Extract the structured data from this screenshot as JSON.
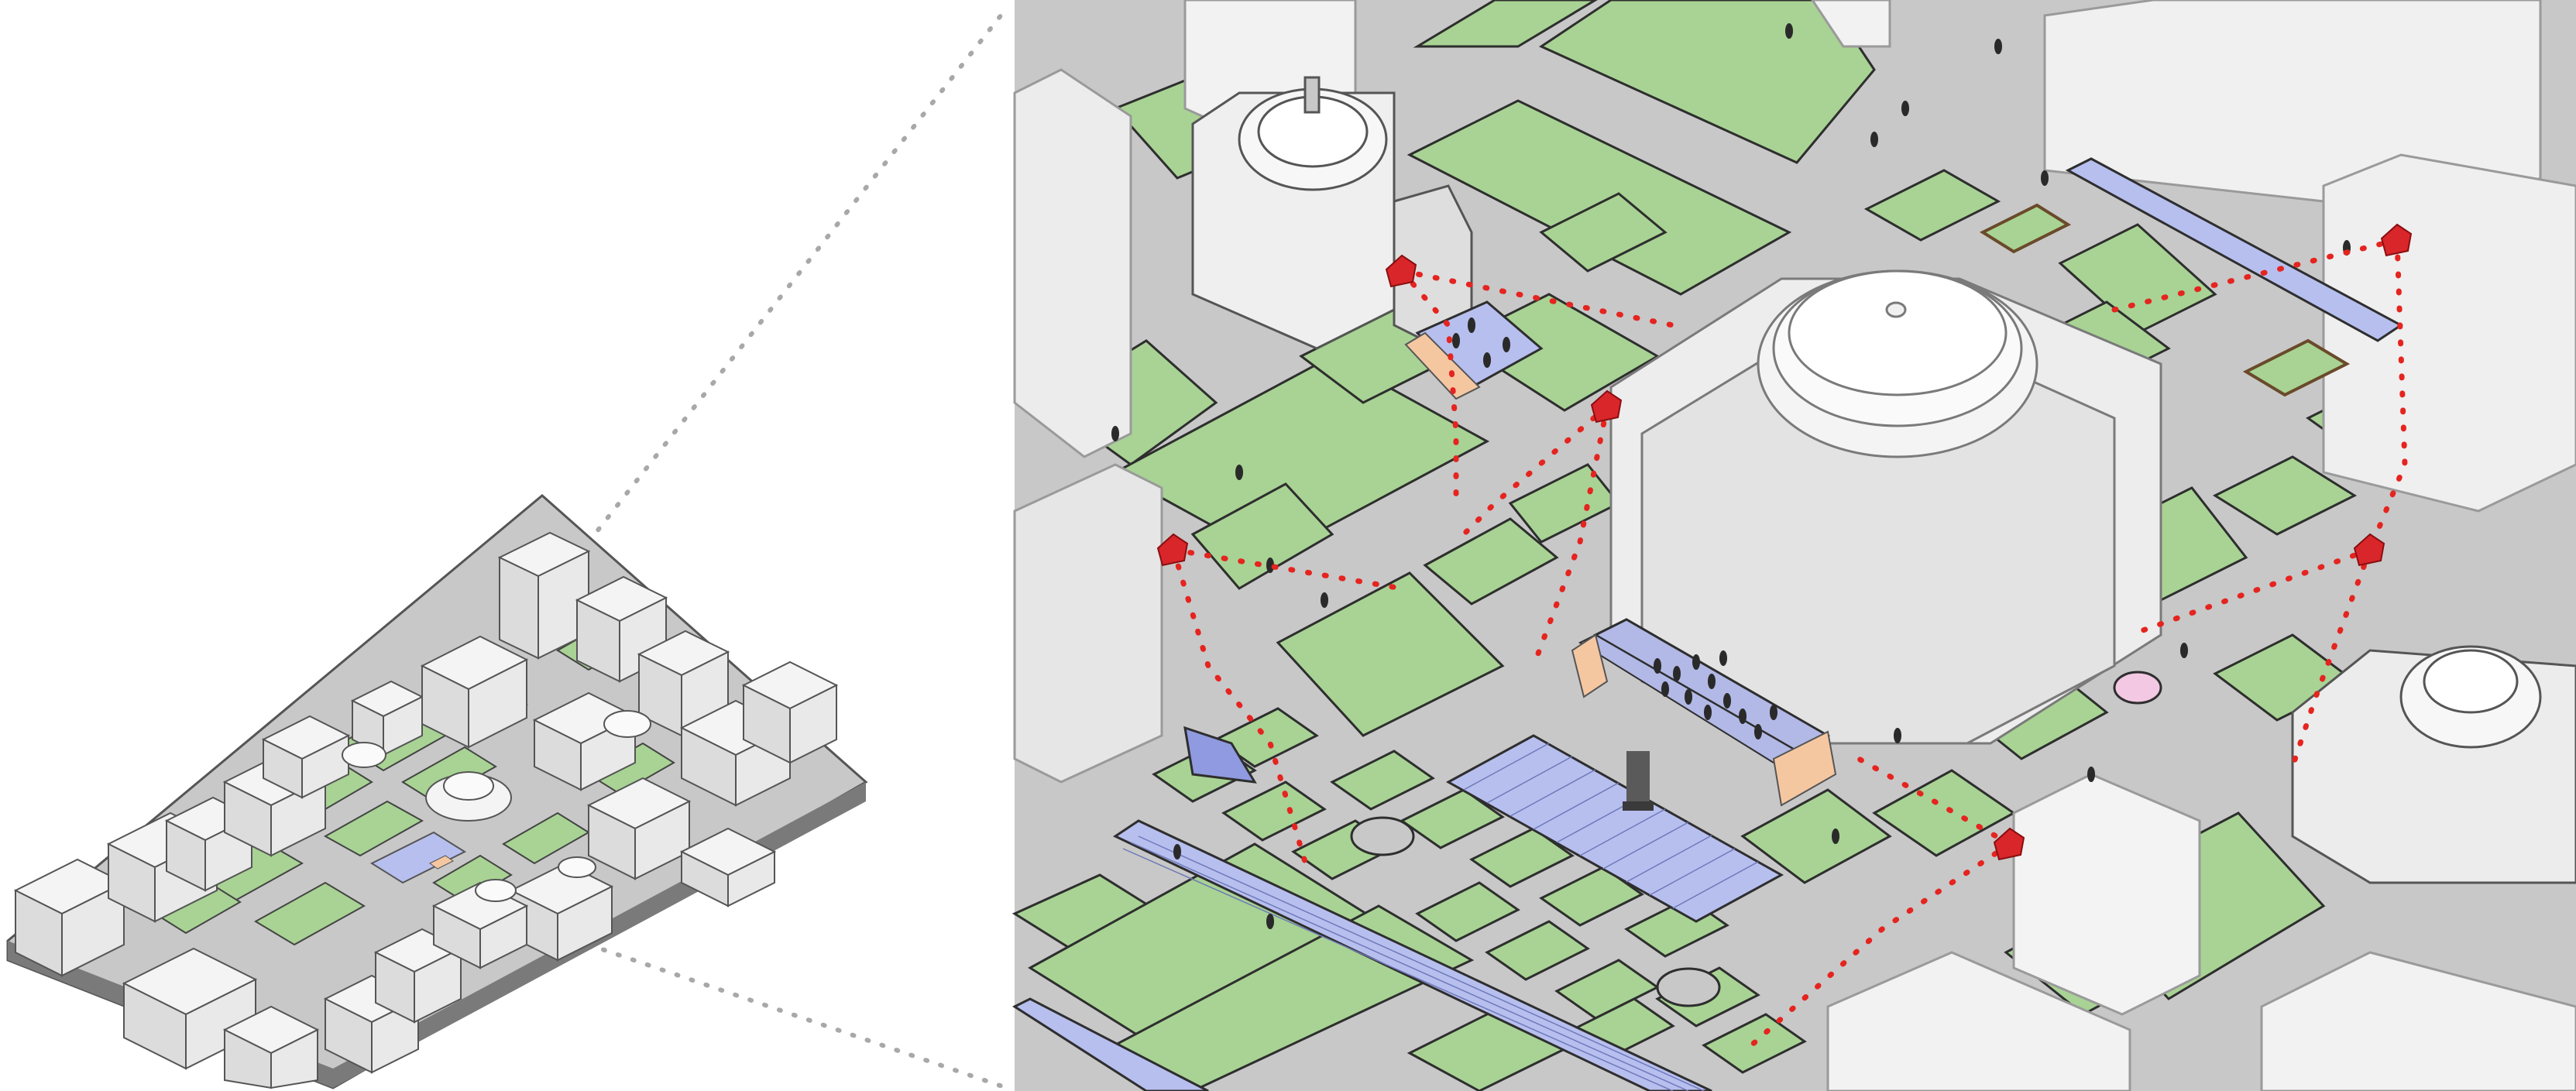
{
  "colors": {
    "background": "#ffffff",
    "ground": "#c8c8c8",
    "road_edge": "#9a9a9a",
    "lawn": "#a8d394",
    "lawn_edge": "#3a3a3a",
    "building": "#ececec",
    "building_side": "#d8d8d8",
    "building_edge": "#6a6a6a",
    "ghost_building": "#f2f2f2",
    "stairs": "#b7bfef",
    "stairs_line": "#6f79b8",
    "plaza": "#b2b9e6",
    "wall_accent": "#f5c7a1",
    "route": "#e5241f",
    "marker": "#d9262a",
    "leader": "#a8a8a8",
    "people": "#2a2a2a",
    "fountain": "#f3c8e3"
  },
  "views": {
    "overview": {
      "name": "campus-overview-model",
      "visible_text": []
    },
    "detail": {
      "name": "campus-detail-zoom",
      "visible_text": []
    }
  },
  "icons": {
    "marker": "map-marker-icon",
    "person": "person-figure-icon",
    "statue": "statue-icon"
  },
  "markers": [
    {
      "id": "marker-north-hall"
    },
    {
      "id": "marker-central-path"
    },
    {
      "id": "marker-west-lawn"
    },
    {
      "id": "marker-northeast-building"
    },
    {
      "id": "marker-east-lawn"
    },
    {
      "id": "marker-south-walk"
    }
  ]
}
